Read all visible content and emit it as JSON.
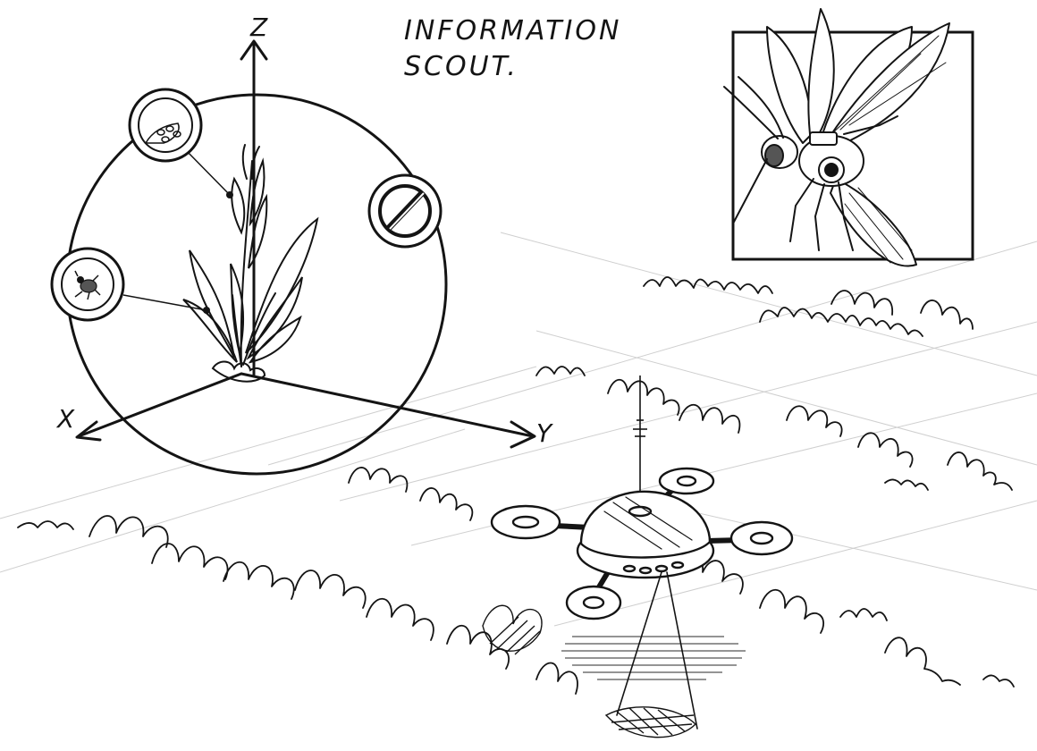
{
  "title": {
    "line1": "INFORMATION",
    "line2": "SCOUT."
  },
  "axes": {
    "z": "Z",
    "x": "X",
    "y": "Y"
  },
  "colors": {
    "ink": "#141414",
    "guide": "#c8c8c8",
    "paper": "#ffffff"
  },
  "icons": {
    "insect_eggs": "insect-eggs-icon",
    "no_symbol": "prohibited-icon",
    "bug": "bug-icon"
  }
}
